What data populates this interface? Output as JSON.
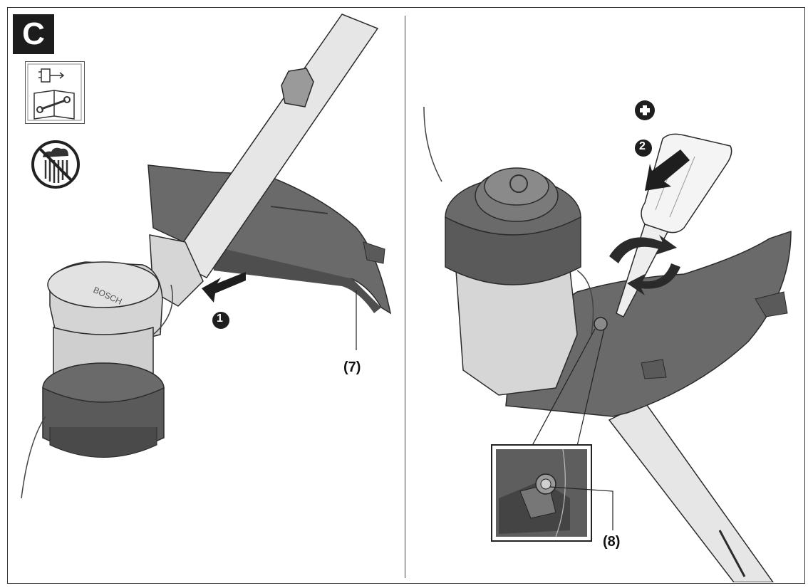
{
  "figure": {
    "letter": "C",
    "callouts": {
      "part7": "(7)",
      "part8": "(8)"
    },
    "steps": {
      "step1": "1",
      "step2": "2",
      "plus": "+"
    }
  },
  "colors": {
    "guard": "#6a6a6a",
    "guard_dark": "#4e4e4e",
    "shaft": "#e3e3e3",
    "motor": "#cfcfcf",
    "spool": "#5a5a5a",
    "outline": "#2a2a2a",
    "arrow": "#1e1e1e"
  },
  "icons": {
    "manual": "read-manual-icon",
    "no_rain": "no-rain-icon",
    "screwdriver": "screwdriver-icon"
  }
}
